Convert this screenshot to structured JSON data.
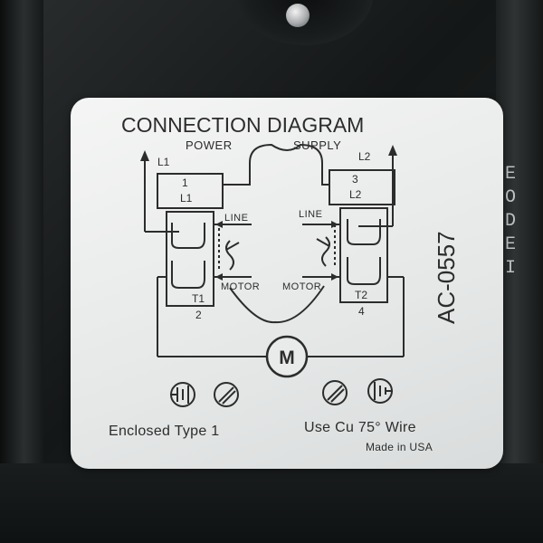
{
  "label": {
    "title": "CONNECTION DIAGRAM",
    "power": "POWER",
    "supply": "SUPPLY",
    "l1_arrow": "L1",
    "l2_arrow": "L2",
    "terminal_left_num": "1",
    "terminal_left_name": "L1",
    "terminal_right_num": "3",
    "terminal_right_name": "L2",
    "line_left": "LINE",
    "line_right": "LINE",
    "motor_left": "MOTOR",
    "motor_right": "MOTOR",
    "t1_name": "T1",
    "t1_num": "2",
    "t2_name": "T2",
    "t2_num": "4",
    "motor_symbol": "M",
    "part_number": "AC-0557",
    "enclosure": "Enclosed Type 1",
    "wire_spec": "Use Cu 75° Wire",
    "origin": "Made in USA"
  },
  "housing": {
    "side_mark": [
      "E",
      "O",
      "D",
      "E",
      "I"
    ]
  },
  "colors": {
    "label_bg": "#e9ebea",
    "ink": "#2c2c2c",
    "housing": "#1c1f1f"
  }
}
